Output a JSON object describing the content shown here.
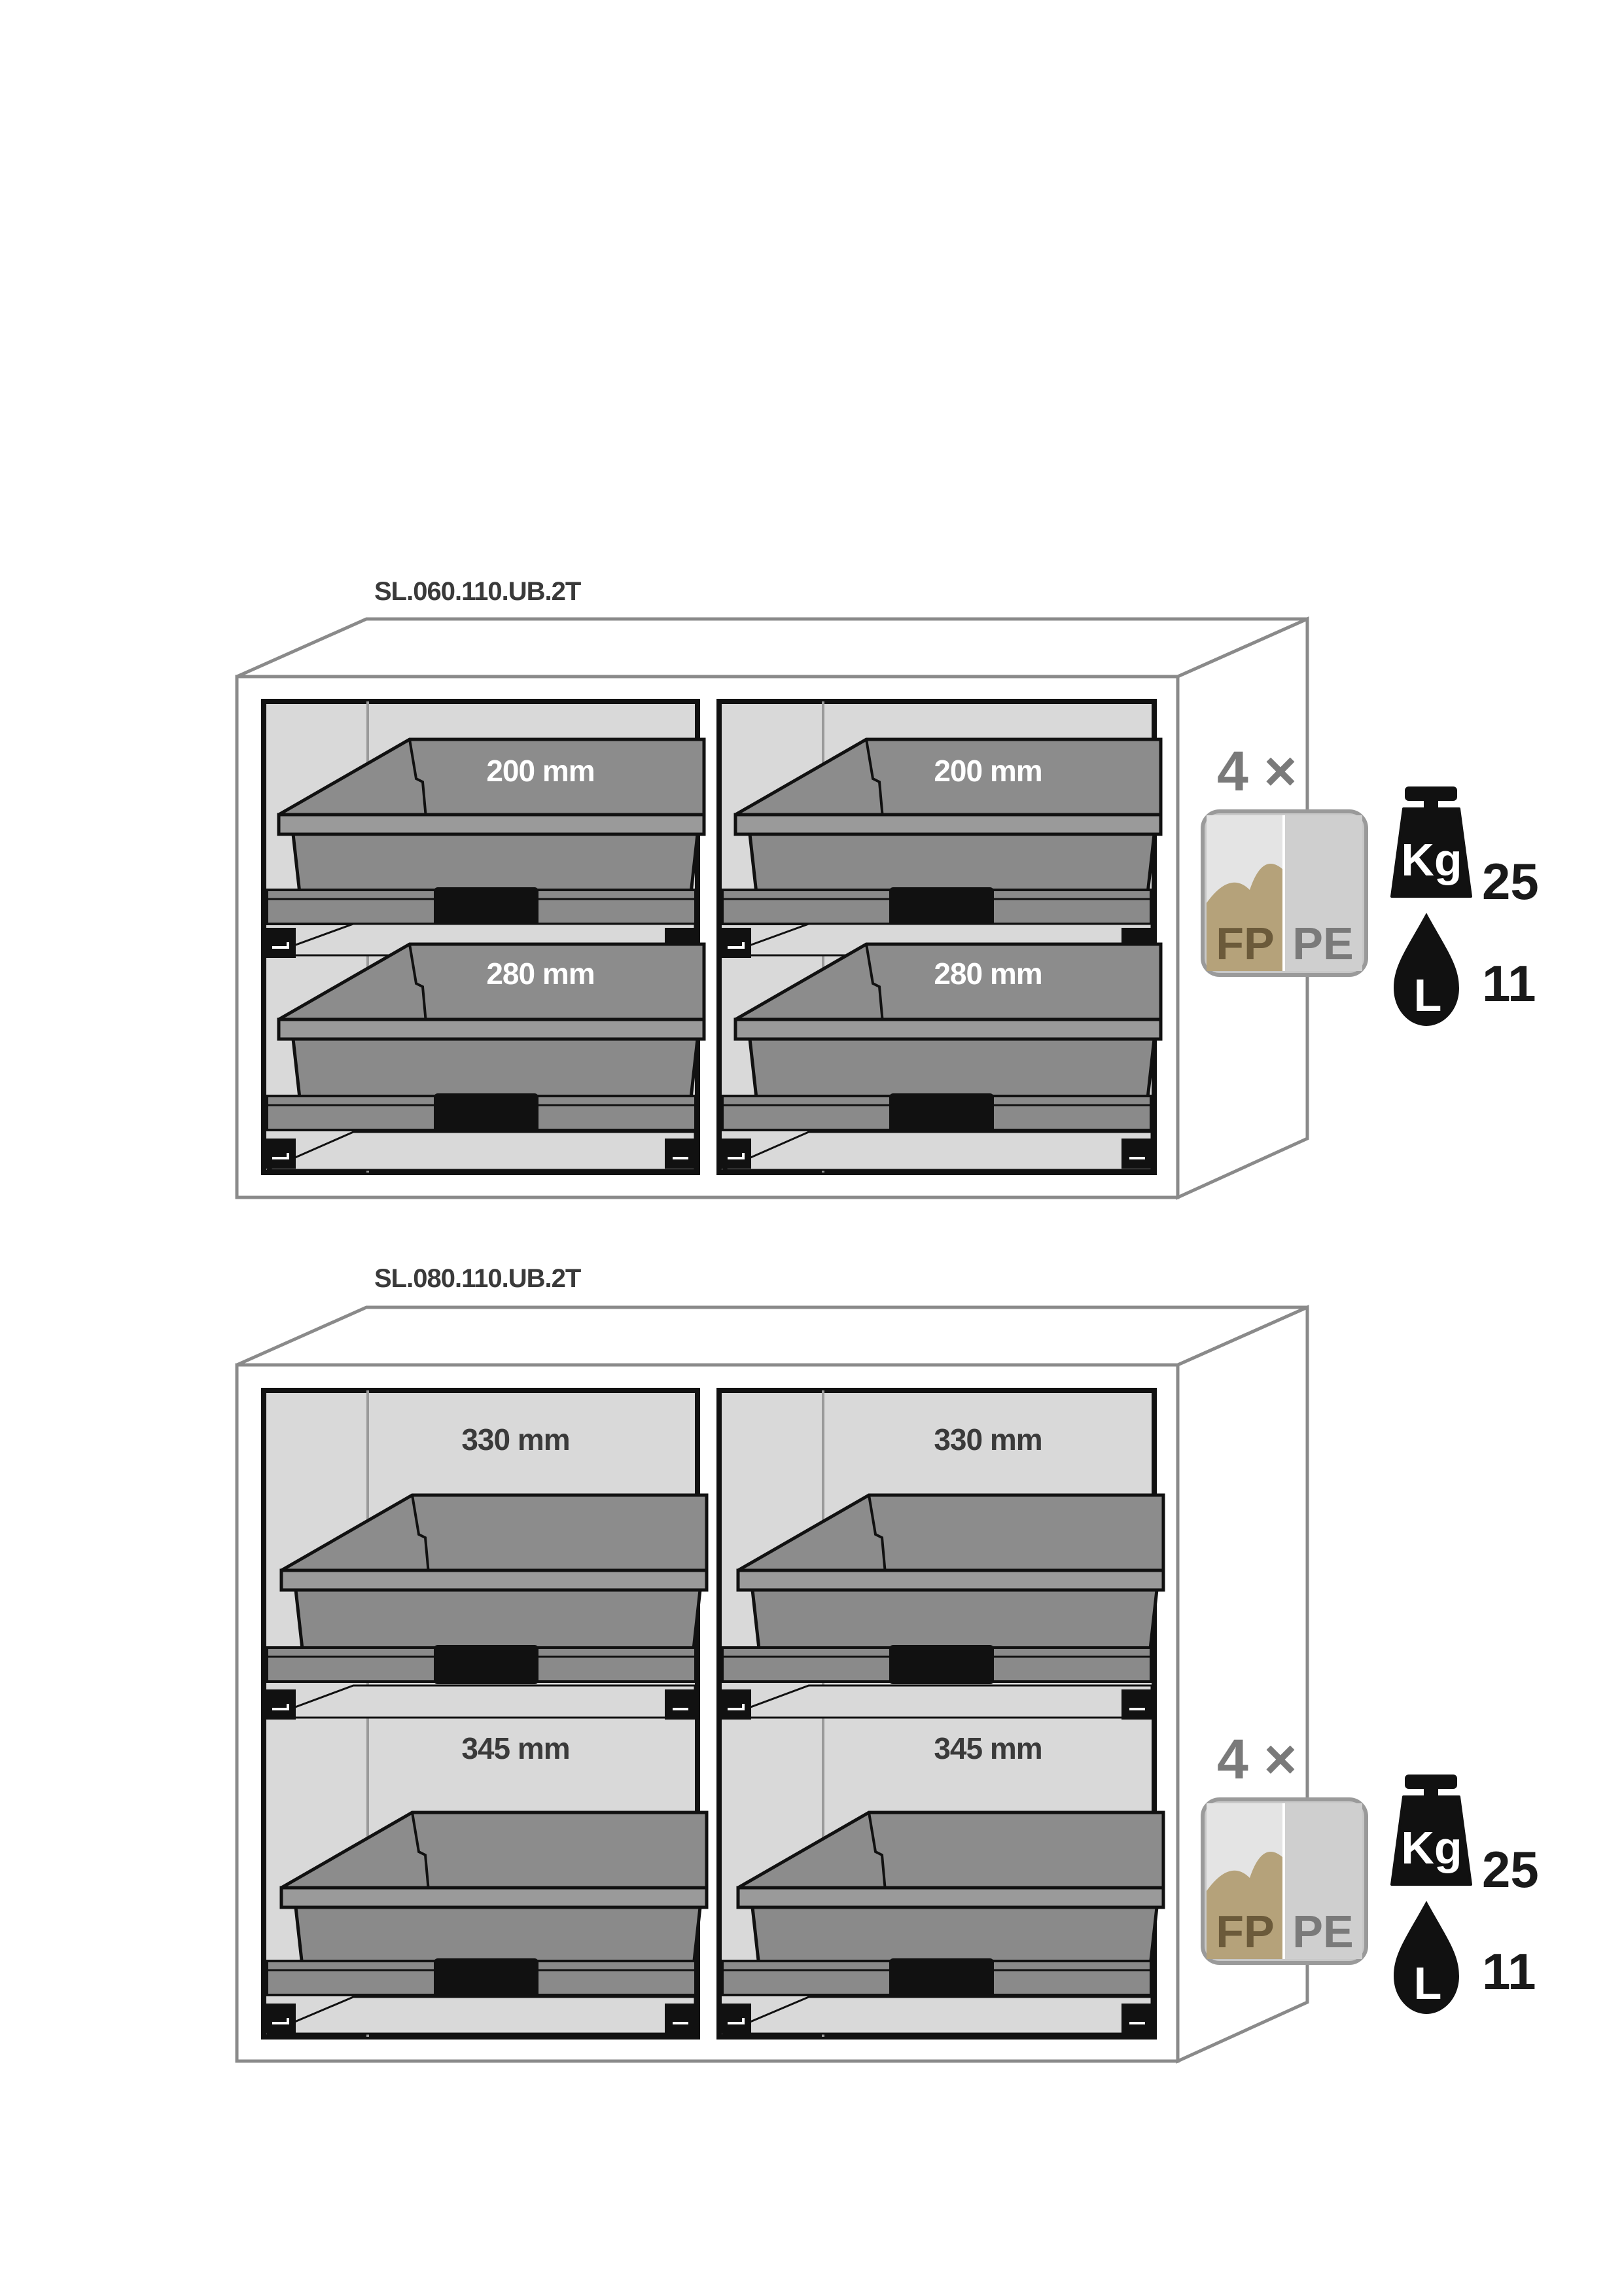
{
  "cabinets": [
    {
      "model": "SL.060.110.UB.2T",
      "compartments": [
        {
          "upper_tray_height": "200 mm",
          "lower_tray_height": "280 mm"
        },
        {
          "upper_tray_height": "200 mm",
          "lower_tray_height": "280 mm"
        }
      ],
      "tray_quantity": "4 ×",
      "materials": [
        "FP",
        "PE"
      ],
      "load_capacity": "25",
      "load_unit": "Kg",
      "volume_capacity": "11",
      "volume_unit": "L"
    },
    {
      "model": "SL.080.110.UB.2T",
      "compartments": [
        {
          "upper_tray_height": "330 mm",
          "lower_tray_height": "345 mm"
        },
        {
          "upper_tray_height": "330 mm",
          "lower_tray_height": "345 mm"
        }
      ],
      "tray_quantity": "4 ×",
      "materials": [
        "FP",
        "PE"
      ],
      "load_capacity": "25",
      "load_unit": "Kg",
      "volume_capacity": "11",
      "volume_unit": "L"
    }
  ],
  "colors": {
    "tray": "#8a8a8a",
    "compartment_bg": "#d9d9d9",
    "outline": "#111111",
    "fp_badge": "#b5a27a",
    "pe_badge": "#c9c9c9"
  }
}
